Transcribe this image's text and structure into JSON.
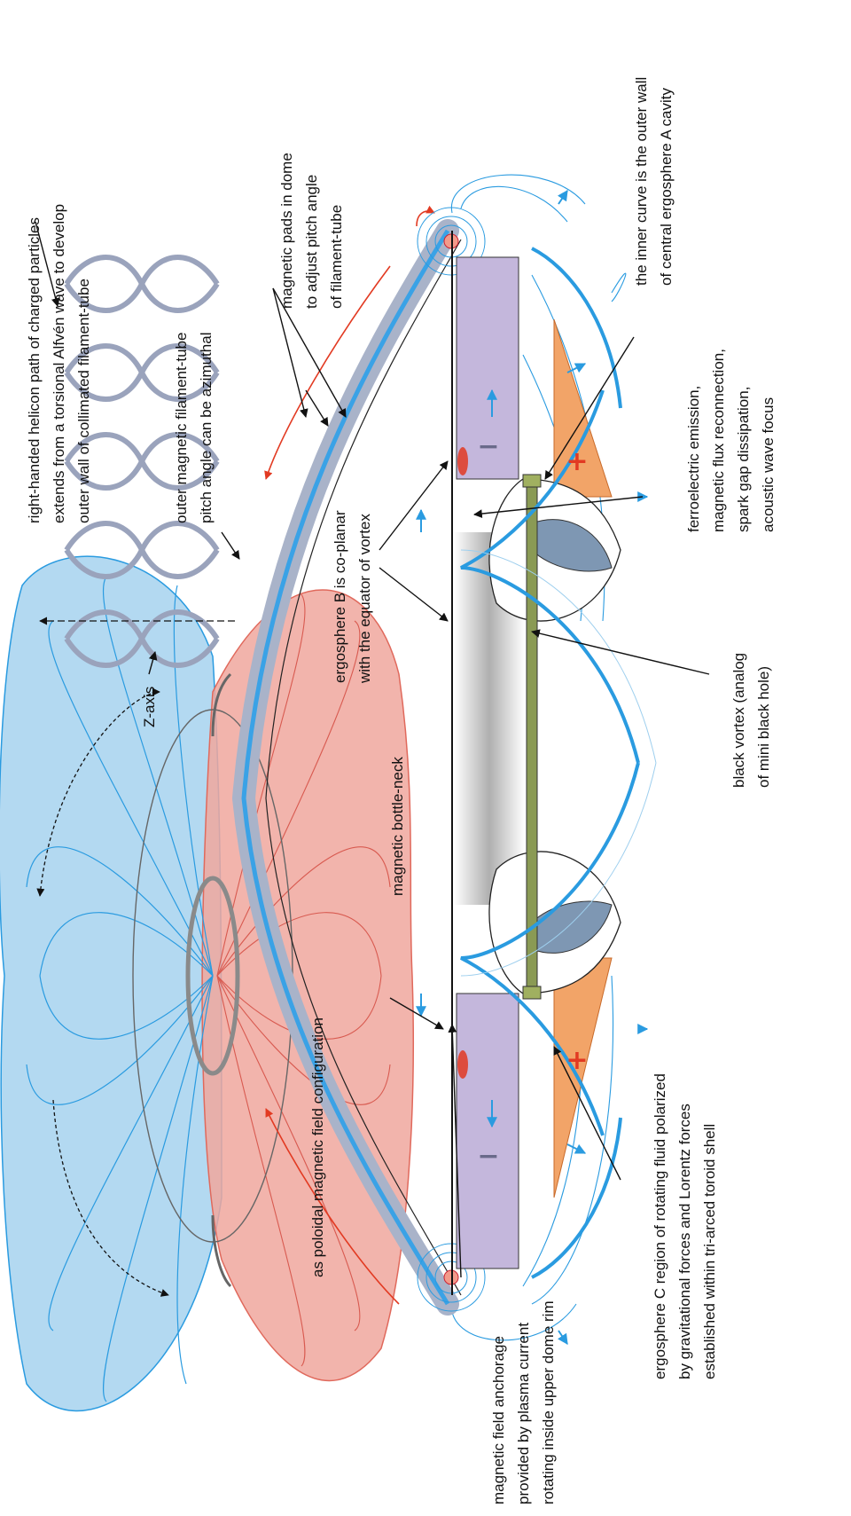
{
  "labels": {
    "helicon": [
      "right-handed helicon path of charged particles",
      "extends from a torsional Alfvén wave to develop",
      "outer wall of collimated filament-tube"
    ],
    "pitch": [
      "outer magnetic filament-tube",
      "pitch angle can be azimuthal"
    ],
    "pads": [
      "magnetic pads in dome",
      "to adjust pitch angle",
      "of filament-tube"
    ],
    "inner_curve": [
      "the inner curve is the outer wall",
      "of central ergosphere A cavity"
    ],
    "ferro": [
      "ferroelectric emission,",
      "magnetic flux reconnection,",
      "spark gap dissipation,",
      "acoustic wave focus"
    ],
    "ergo_b": [
      "ergosphere B is co-planar",
      "with the equator of vortex"
    ],
    "zaxis": [
      "Z-axis"
    ],
    "black_vortex": [
      "black vortex (analog",
      "of mini black hole)"
    ],
    "bottleneck": [
      "magnetic bottle-neck"
    ],
    "ergo_c": [
      "ergosphere C region of rotating fluid polarized",
      "by gravitational forces and Lorentz forces",
      "established within tri-arced toroid shell"
    ],
    "poloidal": [
      "as poloidal magnetic field configuration"
    ],
    "anchorage": [
      "magnetic field anchorage",
      "provided by plasma current",
      "rotating inside upper dome rim"
    ]
  },
  "signs": {
    "minus": "−",
    "plus": "+"
  },
  "colors": {
    "field_blue": "#2a9be0",
    "field_light": "#9ecfee",
    "lobe_blue": "#a6d2ee",
    "lobe_red": "#f0a79e",
    "violet": "#c4b7dc",
    "orange": "#f2a468",
    "tube_grey": "#a9b3c9",
    "olive": "#8a9a54",
    "red_arrow": "#e23a22"
  }
}
